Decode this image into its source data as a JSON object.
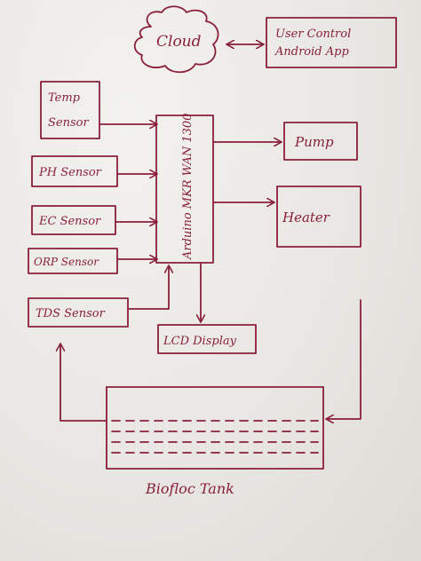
{
  "nodes": {
    "cloud": "Cloud",
    "user_control_line1": "User Control",
    "user_control_line2": "Android App",
    "temp_line1": "Temp",
    "temp_line2": "Sensor",
    "ph": "PH Sensor",
    "ec": "EC Sensor",
    "orp": "ORP Sensor",
    "tds": "TDS Sensor",
    "arduino": "Arduino MKR WAN 1300",
    "pump": "Pump",
    "heater": "Heater",
    "lcd": "LCD Display",
    "tank": "Biofloc Tank"
  },
  "colors": {
    "ink": "#8a1f3a",
    "paper": "#eceae6"
  }
}
